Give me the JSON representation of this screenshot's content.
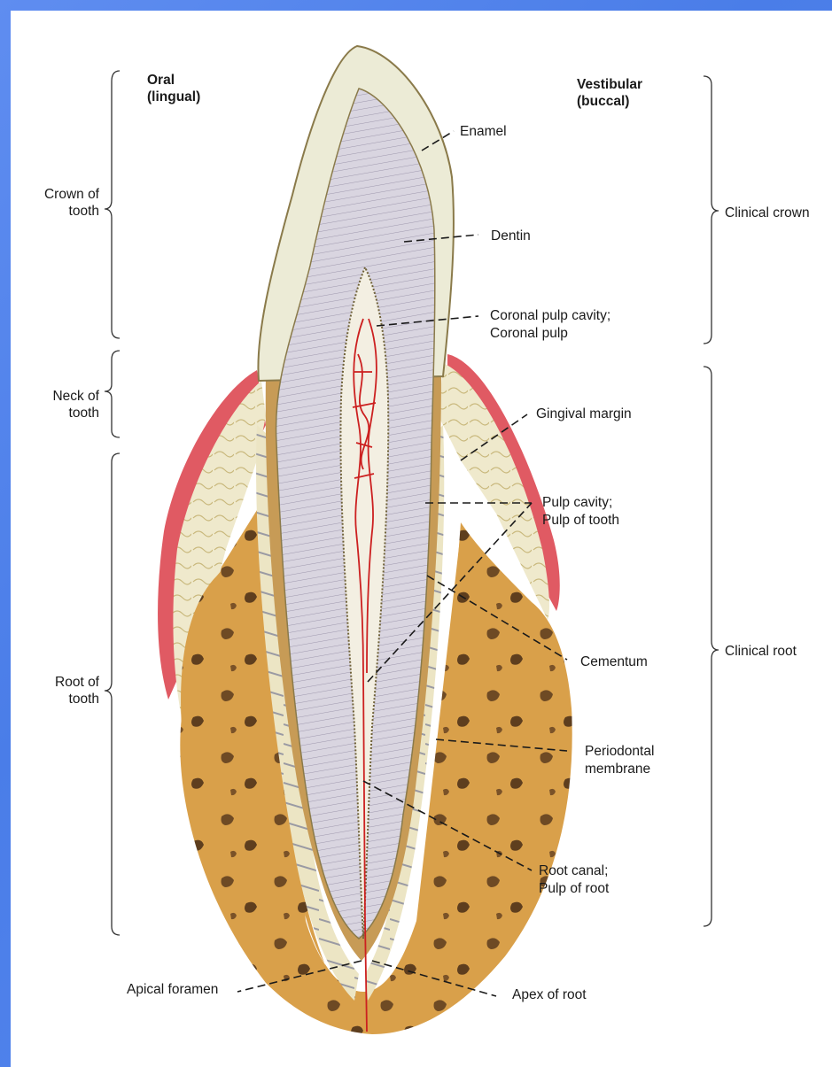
{
  "sides": {
    "oral": [
      "Oral",
      "(lingual)"
    ],
    "vestibular": [
      "Vestibular",
      "(buccal)"
    ]
  },
  "left_regions": {
    "crown": [
      "Crown of",
      "tooth"
    ],
    "neck": [
      "Neck of",
      "tooth"
    ],
    "root": [
      "Root of",
      "tooth"
    ]
  },
  "right_regions": {
    "clinical_crown": "Clinical crown",
    "clinical_root": "Clinical root"
  },
  "labels": {
    "enamel": "Enamel",
    "dentin": "Dentin",
    "coronal_pulp": [
      "Coronal pulp cavity;",
      "Coronal pulp"
    ],
    "gingival_margin": "Gingival margin",
    "pulp_cavity": [
      "Pulp cavity;",
      "Pulp of tooth"
    ],
    "cementum": "Cementum",
    "periodontal": [
      "Periodontal",
      "membrane"
    ],
    "root_canal": [
      "Root canal;",
      "Pulp of root"
    ],
    "apical_foramen": "Apical foramen",
    "apex": "Apex of root"
  },
  "colors": {
    "background_frame": "#5b8cf2",
    "enamel": "#ecebd6",
    "dentin": "#d7d3df",
    "gingiva": "#e05a63",
    "bone": "#d9a24a",
    "ligament": "#ece6c3",
    "pulp_vessels": "#cc2020"
  }
}
